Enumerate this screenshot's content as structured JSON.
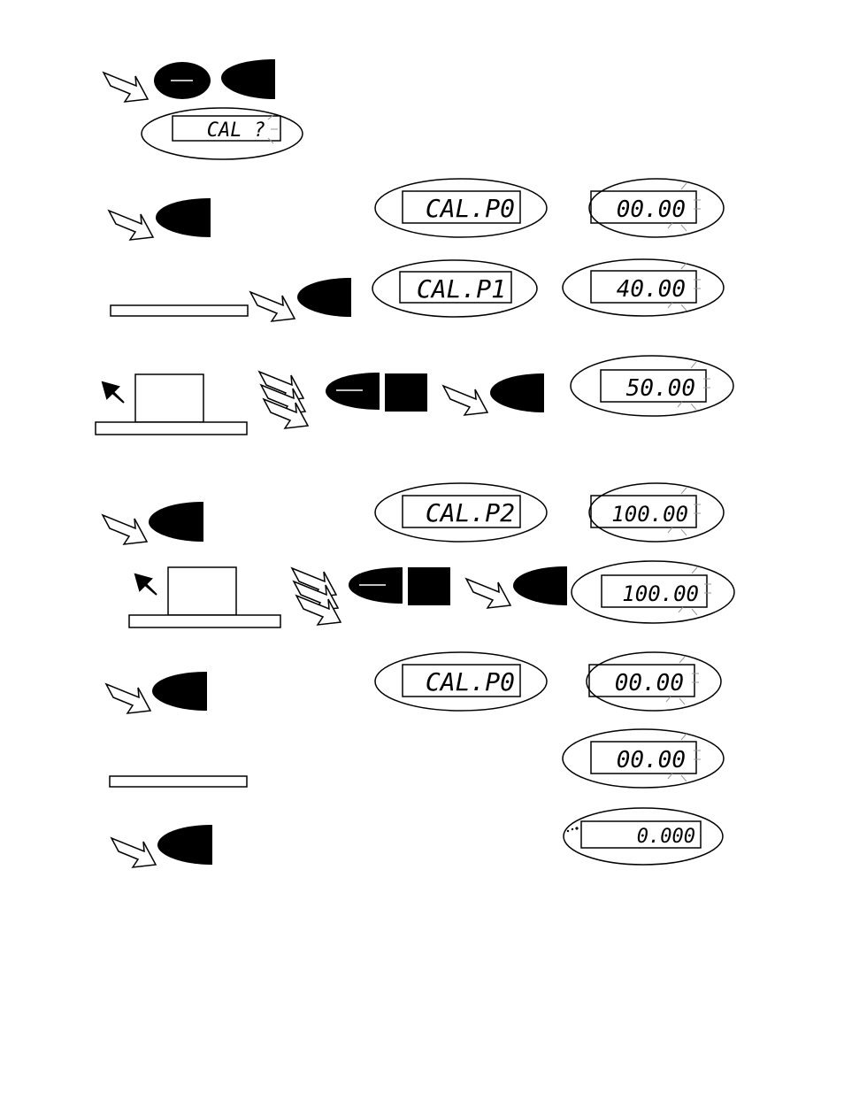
{
  "displays": {
    "cal_prompt": "CAL ?",
    "cal_p0": "CAL.P0",
    "cal_p1": "CAL.P1",
    "cal_p2": "CAL.P2",
    "val_00_a": "00.00",
    "val_40": "40.00",
    "val_50": "50.00",
    "val_100_a": "100.00",
    "val_100_b": "100.00",
    "val_00_b": "00.00",
    "val_00_c": "00.00",
    "final": "0.000"
  },
  "colors": {
    "ink": "#000000",
    "paper": "#ffffff",
    "flash_rays": "#bbbbbb"
  },
  "icons": {
    "press": "hollow-pointing-arrow-icon",
    "repeat": "stacked-arrows-icon",
    "key_half": "half-oval-key-icon",
    "key_minus": "minus-key-icon",
    "key_square": "square-key-icon",
    "pan": "weighing-pan-icon",
    "weight": "calibration-weight-icon"
  }
}
